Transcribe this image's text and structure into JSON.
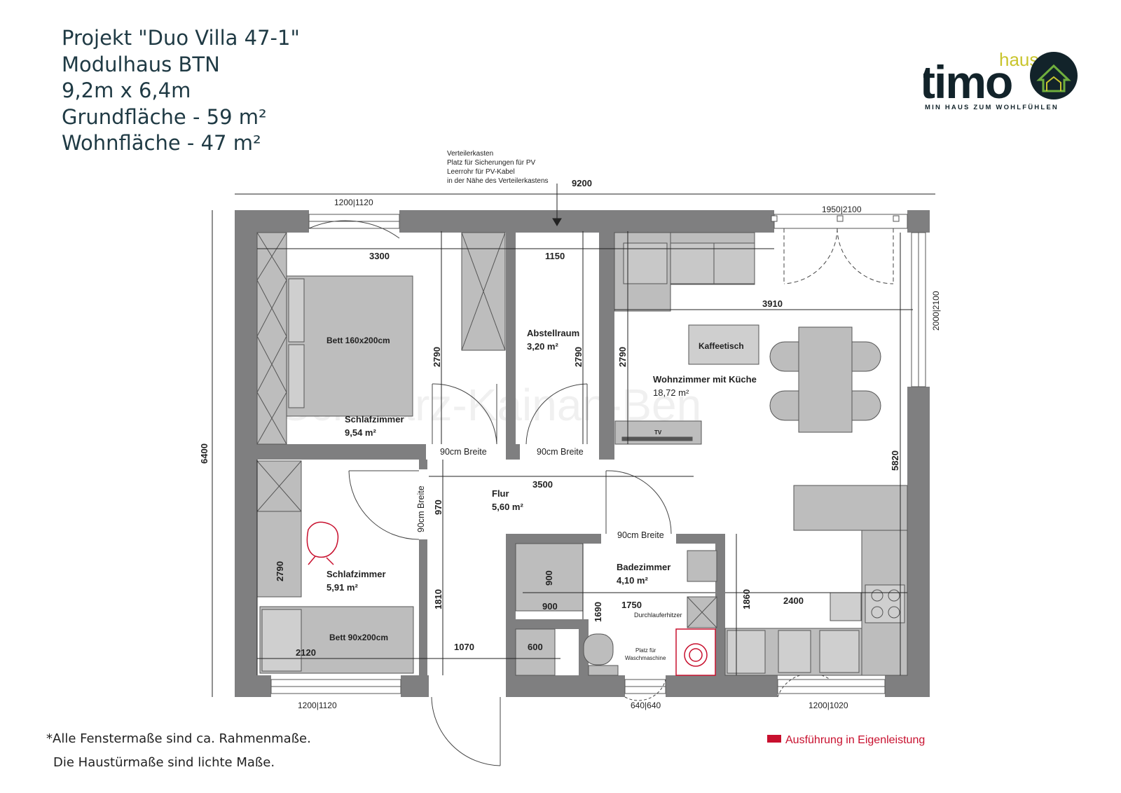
{
  "project": {
    "title": "Projekt \"Duo Villa 47-1\"",
    "model": "Modulhaus BTN",
    "size": "9,2m x 6,4m",
    "ground_area": "Grundfläche - 59 m²",
    "living_area": "Wohnfläche - 47 m²"
  },
  "logo": {
    "brand": "timo",
    "sub": "haus",
    "tagline": "MIN HAUS ZUM WOHLFÜHLEN",
    "colors": {
      "text": "#12232a",
      "accent": "#c9c52e",
      "green": "#6fae3d"
    }
  },
  "watermark": "Schwarz-Kainan-Ben",
  "colors": {
    "wall": "#7f7f80",
    "furniture": "#bdbdbd",
    "line": "#222222",
    "red": "#c8102e"
  },
  "annotation": {
    "lines": [
      "Verteilerkasten",
      "Platz für Sicherungen für PV",
      "Leerrohr für PV-Kabel",
      "in der Nähe des Verteilerkastens"
    ]
  },
  "rooms": [
    {
      "name": "Schlafzimmer",
      "area": "9,54 m²"
    },
    {
      "name": "Abstellraum",
      "area": "3,20 m²"
    },
    {
      "name": "Wohnzimmer mit Küche",
      "area": "18,72 m²"
    },
    {
      "name": "Flur",
      "area": "5,60 m²"
    },
    {
      "name": "Schlafzimmer",
      "area": "5,91 m²"
    },
    {
      "name": "Badezimmer",
      "area": "4,10 m²"
    }
  ],
  "furniture": {
    "bed_large": "Bett 160x200cm",
    "bed_small": "Bett 90x200cm",
    "coffee_table": "Kaffeetisch",
    "tv": "TV",
    "water_heater": "Durchlauferhitzer",
    "washer_1": "Platz für",
    "washer_2": "Waschmaschine"
  },
  "dims": {
    "overall_width": "9200",
    "overall_height": "6400",
    "win_top_left": "1200|1120",
    "win_top_right": "1950|2100",
    "win_right": "2000|2100",
    "win_bottom_left": "1200|1120",
    "win_bottom_mid": "640|640",
    "win_bottom_right": "1200|1020",
    "d3300": "3300",
    "d1150": "1150",
    "d3910": "3910",
    "d2790a": "2790",
    "d2790b": "2790",
    "d2790c": "2790",
    "d2790d": "2790",
    "d3500": "3500",
    "d970": "970",
    "d1810": "1810",
    "d5820": "5820",
    "d1860": "1860",
    "d2400": "2400",
    "d900a": "900",
    "d900b": "900",
    "d1750": "1750",
    "d1690": "1690",
    "d2120": "2120",
    "d1070": "1070",
    "d600": "600"
  },
  "doors": {
    "d1": "90cm Breite",
    "d2": "90cm Breite",
    "d3": "90cm Breite",
    "d4": "90cm Breite"
  },
  "notes": {
    "windows": "*Alle Fenstermaße sind ca. Rahmenmaße.",
    "door": "Die Haustürmaße sind lichte Maße."
  },
  "legend": {
    "label": "Ausführung in Eigenleistung"
  }
}
